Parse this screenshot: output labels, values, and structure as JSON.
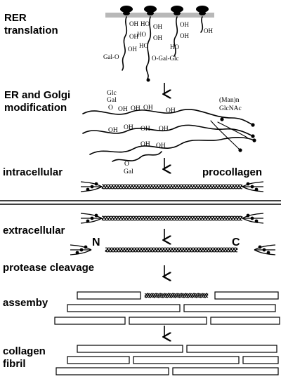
{
  "stages": {
    "rer": {
      "line1": "RER",
      "line2": "translation"
    },
    "er_golgi": {
      "line1": "ER and Golgi",
      "line2": "modification"
    },
    "intracellular": "intracellular",
    "procollagen": "procollagen",
    "extracellular": "extracellular",
    "n_terminus": "N",
    "c_terminus": "C",
    "protease": "protease cleavage",
    "assembly": "assemby",
    "fibril": {
      "line1": "collagen",
      "line2": "fibril"
    }
  },
  "chemistry": {
    "oh": "OH",
    "ho": "HO",
    "gal_o": "Gal-O",
    "o_gal_glc": "O-Gal-Glc",
    "glc": "Glc",
    "gal": "Gal",
    "o": "O",
    "man_n": "(Man)n",
    "glcnac": "GlcNAc"
  }
}
